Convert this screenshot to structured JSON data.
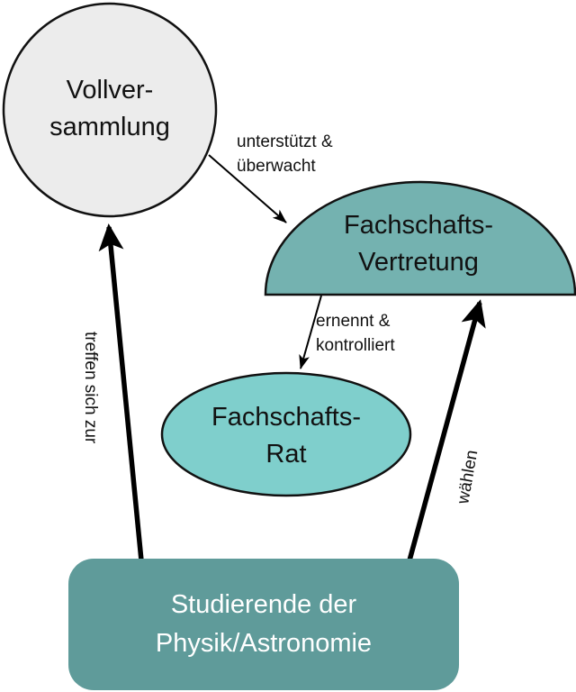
{
  "colors": {
    "vollversammlung_fill": "#ececec",
    "fachschaftsvertretung_fill": "#74b2b0",
    "fachschaftsrat_fill": "#7fcfcc",
    "studierende_fill": "#5f9b9a",
    "outline": "#111111",
    "arrow": "#000000"
  },
  "nodes": {
    "vollversammlung": {
      "line1": "Vollver-",
      "line2": "sammlung"
    },
    "fachschaftsvertretung": {
      "line1": "Fachschafts-",
      "line2": "Vertretung"
    },
    "fachschaftsrat": {
      "line1": "Fachschafts-",
      "line2": "Rat"
    },
    "studierende": {
      "line1": "Studierende der",
      "line2": "Physik/Astronomie"
    }
  },
  "edges": {
    "unterstuetzt": {
      "line1": "unterstützt &",
      "line2": "überwacht"
    },
    "ernennt": {
      "line1": "ernennt &",
      "line2": "kontrolliert"
    },
    "treffen": {
      "label": "treffen sich zur"
    },
    "waehlen": {
      "label": "wählen"
    }
  }
}
